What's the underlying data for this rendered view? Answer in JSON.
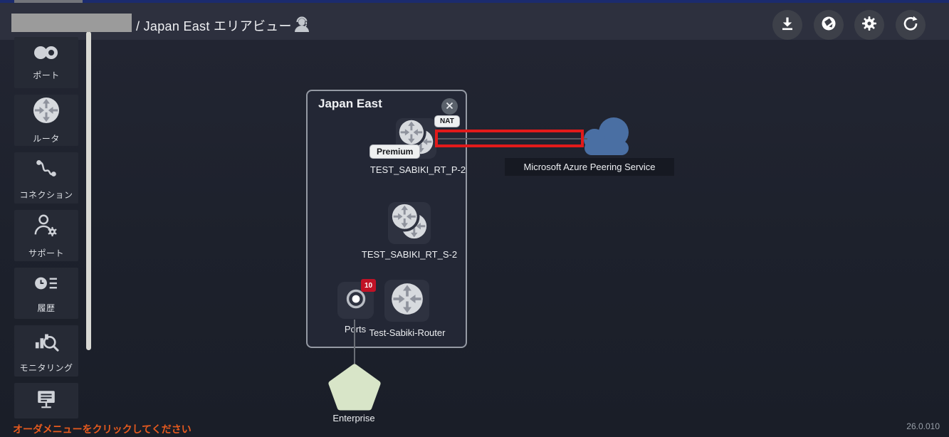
{
  "header": {
    "breadcrumb": "/ Japan East エリアビュー"
  },
  "toolbar": {
    "icons": [
      "download-icon",
      "globe-icon",
      "gear-icon",
      "refresh-icon"
    ]
  },
  "sidebar": {
    "items": [
      {
        "icon": "ports-icon",
        "label": "ポート"
      },
      {
        "icon": "router-icon",
        "label": "ルータ"
      },
      {
        "icon": "connection-icon",
        "label": "コネクション"
      },
      {
        "icon": "support-icon",
        "label": "サポート"
      },
      {
        "icon": "history-icon",
        "label": "履歴"
      },
      {
        "icon": "monitoring-icon",
        "label": "モニタリング"
      },
      {
        "icon": "order-board-icon",
        "label": ""
      }
    ]
  },
  "canvas": {
    "group": {
      "title": "Japan East"
    },
    "nodes": {
      "router_p2": {
        "label": "TEST_SABIKI_RT_P-2",
        "badges": {
          "nat": "NAT",
          "premium": "Premium"
        }
      },
      "router_s2": {
        "label": "TEST_SABIKI_RT_S-2"
      },
      "ports": {
        "label": "Ports",
        "badge_count": "10"
      },
      "router_single": {
        "label": "Test-Sabiki-Router"
      },
      "azure": {
        "label": "Microsoft Azure Peering Service"
      },
      "enterprise": {
        "label": "Enterprise"
      }
    },
    "annotation": {
      "type": "highlight-rect",
      "color": "#e21a1a"
    },
    "colors": {
      "azure_cloud": "#4a6fa3",
      "enterprise_green": "#d8e5c8",
      "badge_red": "#c11226"
    }
  },
  "footer": {
    "hint": "オーダメニューをクリックしてください",
    "version": "26.0.010"
  }
}
